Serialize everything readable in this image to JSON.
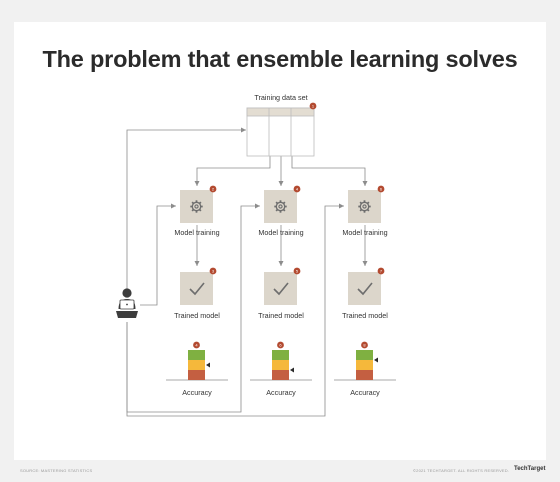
{
  "title": "The problem that ensemble learning solves",
  "dataset_label": "Training data set",
  "columns": [
    {
      "training_label": "Model training",
      "trained_label": "Trained model",
      "accuracy_label": "Accuracy",
      "badges": {
        "training": "2",
        "trained": "3",
        "accuracy": "4"
      }
    },
    {
      "training_label": "Model training",
      "trained_label": "Trained model",
      "accuracy_label": "Accuracy",
      "badges": {
        "training": "4",
        "trained": "5",
        "accuracy": "6"
      }
    },
    {
      "training_label": "Model training",
      "trained_label": "Trained model",
      "accuracy_label": "Accuracy",
      "badges": {
        "training": "6",
        "trained": "7",
        "accuracy": "8"
      }
    }
  ],
  "badges": {
    "dataset": "1"
  },
  "footer": {
    "left": "SOURCE: MASTERING STATISTICS",
    "right": "©2021 TECHTARGET. ALL RIGHTS RESERVED.",
    "brand": "TechTarget"
  },
  "colors": {
    "background": "#f1f1f1",
    "card": "#ffffff",
    "box": "#dcd6cb",
    "badge": "#b34a30",
    "accuracy_high": "#7fb041",
    "accuracy_mid": "#f5b83b",
    "accuracy_low": "#c45f41",
    "line": "#8c8c8c"
  },
  "icons": {
    "training": "gear-icon",
    "trained": "checkmark-icon",
    "user": "person-with-laptop-icon",
    "accuracy": "accuracy-pointer-icon"
  }
}
